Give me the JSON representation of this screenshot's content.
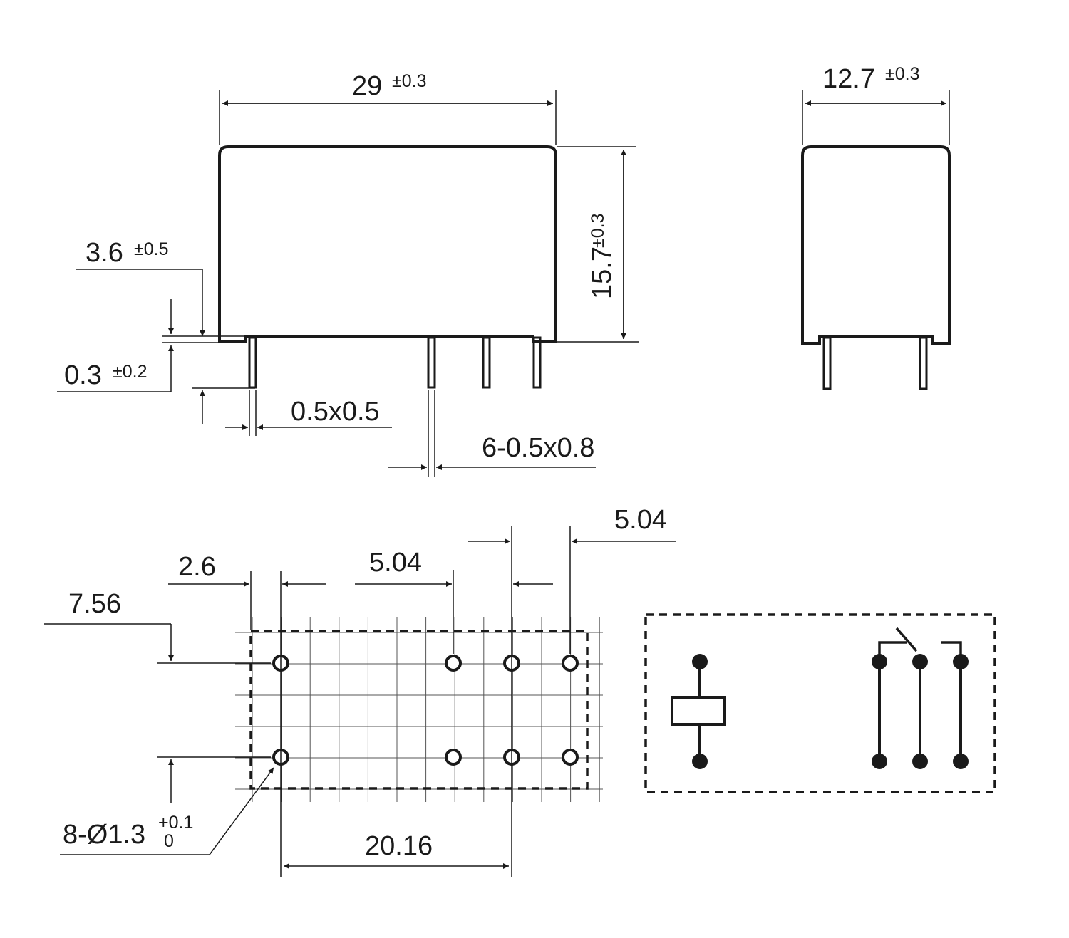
{
  "dimensions": {
    "length": {
      "value": "29",
      "tolerance": "±0.3"
    },
    "width": {
      "value": "12.7",
      "tolerance": "±0.3"
    },
    "height": {
      "value": "15.7",
      "tolerance": "±0.3"
    },
    "pin_length": {
      "value": "3.6",
      "tolerance": "±0.5"
    },
    "standoff": {
      "value": "0.3",
      "tolerance": "±0.2"
    },
    "coil_pin": "0.5x0.5",
    "contact_pins": "6-0.5x0.8"
  },
  "pcb_layout": {
    "offset_first": "2.6",
    "pitch_a": "5.04",
    "pitch_b": "5.04",
    "row_spacing": "7.56",
    "span": "20.16",
    "holes": {
      "label": "8-Ø1.3",
      "tol_plus": "+0.1",
      "tol_minus": "0"
    }
  },
  "colors": {
    "line": "#1a1a1a",
    "background": "#ffffff"
  }
}
